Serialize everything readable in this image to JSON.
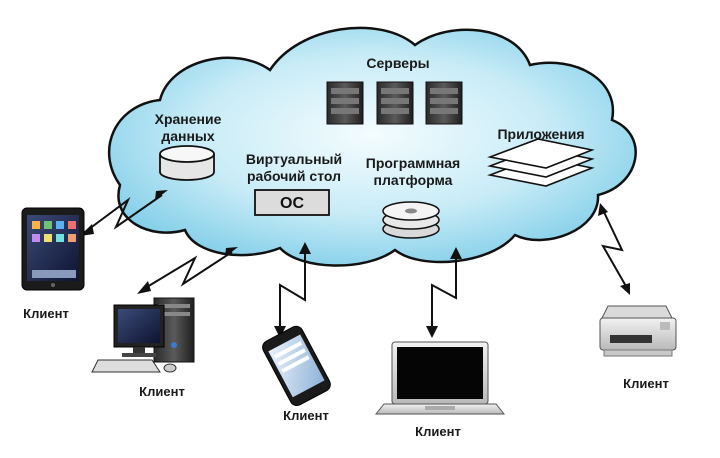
{
  "cloud": {
    "servers": "Серверы",
    "storage": [
      "Хранение",
      "данных"
    ],
    "desktop": [
      "Виртуальный",
      "рабочий стол"
    ],
    "os": "ОС",
    "platform": [
      "Программная",
      "платформа"
    ],
    "applications": "Приложения"
  },
  "clients": [
    {
      "device": "tablet",
      "label": "Клиент"
    },
    {
      "device": "desktop-pc",
      "label": "Клиент"
    },
    {
      "device": "smartphone",
      "label": "Клиент"
    },
    {
      "device": "laptop",
      "label": "Клиент"
    },
    {
      "device": "printer",
      "label": "Клиент"
    }
  ],
  "colors": {
    "cloud_center": "#e8f8fd",
    "cloud_edge": "#7fcde8",
    "cloud_outline": "#111111",
    "arrow": "#111111"
  }
}
